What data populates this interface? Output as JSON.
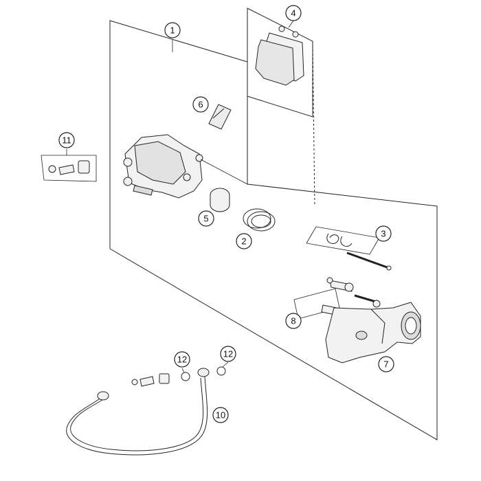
{
  "diagram": {
    "colors": {
      "line": "#222222",
      "part_fill": "#f2f2f2",
      "part_shade": "#d9d9d9",
      "background": "#ffffff"
    },
    "callouts": [
      {
        "id": "c1",
        "label": "1"
      },
      {
        "id": "c2",
        "label": "2"
      },
      {
        "id": "c3",
        "label": "3"
      },
      {
        "id": "c4",
        "label": "4"
      },
      {
        "id": "c5",
        "label": "5"
      },
      {
        "id": "c6",
        "label": "6"
      },
      {
        "id": "c7",
        "label": "7"
      },
      {
        "id": "c8",
        "label": "8"
      },
      {
        "id": "c10",
        "label": "10"
      },
      {
        "id": "c11",
        "label": "11"
      },
      {
        "id": "c12a",
        "label": "12"
      },
      {
        "id": "c12b",
        "label": "12"
      }
    ],
    "parts": [
      {
        "id": "caliper-assembly",
        "callout": "1"
      },
      {
        "id": "piston-seal-kit",
        "callout": "2"
      },
      {
        "id": "pad-pin-clip-set",
        "callout": "3"
      },
      {
        "id": "brake-pads",
        "callout": "4"
      },
      {
        "id": "piston",
        "callout": "5"
      },
      {
        "id": "pad-spring",
        "callout": "6"
      },
      {
        "id": "caliper-bracket",
        "callout": "7"
      },
      {
        "id": "slide-pin-set",
        "callout": "8"
      },
      {
        "id": "brake-hose",
        "callout": "10"
      },
      {
        "id": "bleeder-kit",
        "callout": "11"
      },
      {
        "id": "sealing-washer",
        "callout": "12"
      }
    ]
  }
}
